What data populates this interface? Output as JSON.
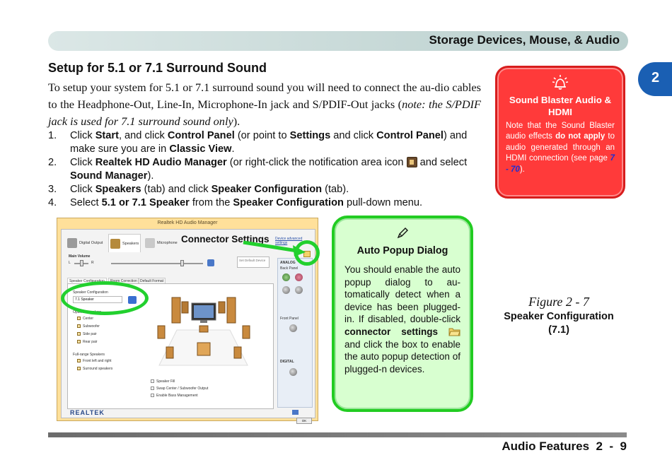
{
  "header": {
    "title": "Storage Devices, Mouse, & Audio"
  },
  "chapter_tab": {
    "label": "2"
  },
  "section": {
    "title": "Setup for 5.1 or 7.1 Surround Sound",
    "intro_main": "To setup your system for 5.1 or 7.1 surround sound you will need to connect the au-dio cables to the Headphone-Out, Line-In, Microphone-In jack and S/PDIF-Out jacks (",
    "intro_note": "note: the S/PDIF jack is used for 7.1 surround sound only",
    "intro_end": ")."
  },
  "steps": [
    {
      "num": "1.",
      "t1": "Click ",
      "b1": "Start",
      "t2": ", and click ",
      "b2": "Control Panel",
      "t3": " (or point to ",
      "b3": "Settings",
      "t4": " and click ",
      "b4": "Control Panel",
      "t5": ") and make sure you are in ",
      "b5": "Classic View",
      "t6": "."
    },
    {
      "num": "2.",
      "t1": "Click ",
      "b1": "Realtek HD Audio Manager",
      "t2": " (or right-click the notification area icon ",
      "t3": " and select ",
      "b2": "Sound Manager",
      "t4": ")."
    },
    {
      "num": "3.",
      "t1": "Click ",
      "b1": "Speakers",
      "t2": " (tab) and click ",
      "b2": "Speaker Configuration",
      "t3": " (tab)."
    },
    {
      "num": "4.",
      "t1": "Select ",
      "b1": "5.1 or 7.1 Speaker",
      "t2": " from the ",
      "b2": "Speaker Configuration",
      "t3": " pull-down menu."
    }
  ],
  "note_box": {
    "title": "Sound Blaster Audio & HDMI",
    "body_1": "Note that the Sound Blaster audio effects ",
    "body_bold": "do not apply",
    "body_2": " to audio generated through an HDMI connection (see page ",
    "body_ref": "7 - 70",
    "body_3": ").",
    "colors": {
      "fill": "#ff3a3a",
      "border": "#d81d1d",
      "link": "#1a2fd6"
    },
    "icon": "alarm-bell-icon"
  },
  "screenshot": {
    "window_title": "Realtek HD Audio Manager",
    "tabs": [
      "Digital Output",
      "Speakers",
      "Microphone"
    ],
    "device_advanced": "Device advanced settings",
    "main_volume": "Main Volume",
    "left": "L",
    "right": "R",
    "set_default": "Set Default Device",
    "subtabs": [
      "Speaker Configuration",
      "Room Correction",
      "Default Format"
    ],
    "speaker_config_label": "Speaker Configuration",
    "speaker_config_value": "7.1 Speaker",
    "optional_label": "Optional speakers",
    "optional_items": [
      "Center",
      "Subwoofer",
      "Side pair",
      "Rear pair"
    ],
    "fullrange_label": "Full-range Speakers",
    "fullrange_items": [
      "Front left and right",
      "Surround speakers"
    ],
    "bottom_checks": [
      "Speaker Fill",
      "Swap Center / Subwoofer Output",
      "Enable Bass Management"
    ],
    "analog": "ANALOG",
    "back_panel": "Back Panel",
    "front_panel": "Front Panel",
    "digital": "DIGITAL",
    "brand": "REALTEK",
    "ok": "OK"
  },
  "connector_label": "Connector Settings",
  "highlight_color": "#22d02e",
  "tip_box": {
    "title": "Auto Popup Dialog",
    "body_1": "You should enable the auto popup dialog to au-tomatically detect when a device has been plugged-in. If disabled, double-click ",
    "body_bold": "connector settings",
    "body_2": " and click the box to enable the auto popup detection of plugged-n devices.",
    "colors": {
      "fill": "#d8ffd0",
      "border": "#22cc22"
    },
    "icon": "pencil-icon"
  },
  "caption": {
    "figure": "Figure 2 - 7",
    "name": "Speaker Configuration (7.1)"
  },
  "footer": {
    "text": "Audio Features  2  -  9"
  }
}
